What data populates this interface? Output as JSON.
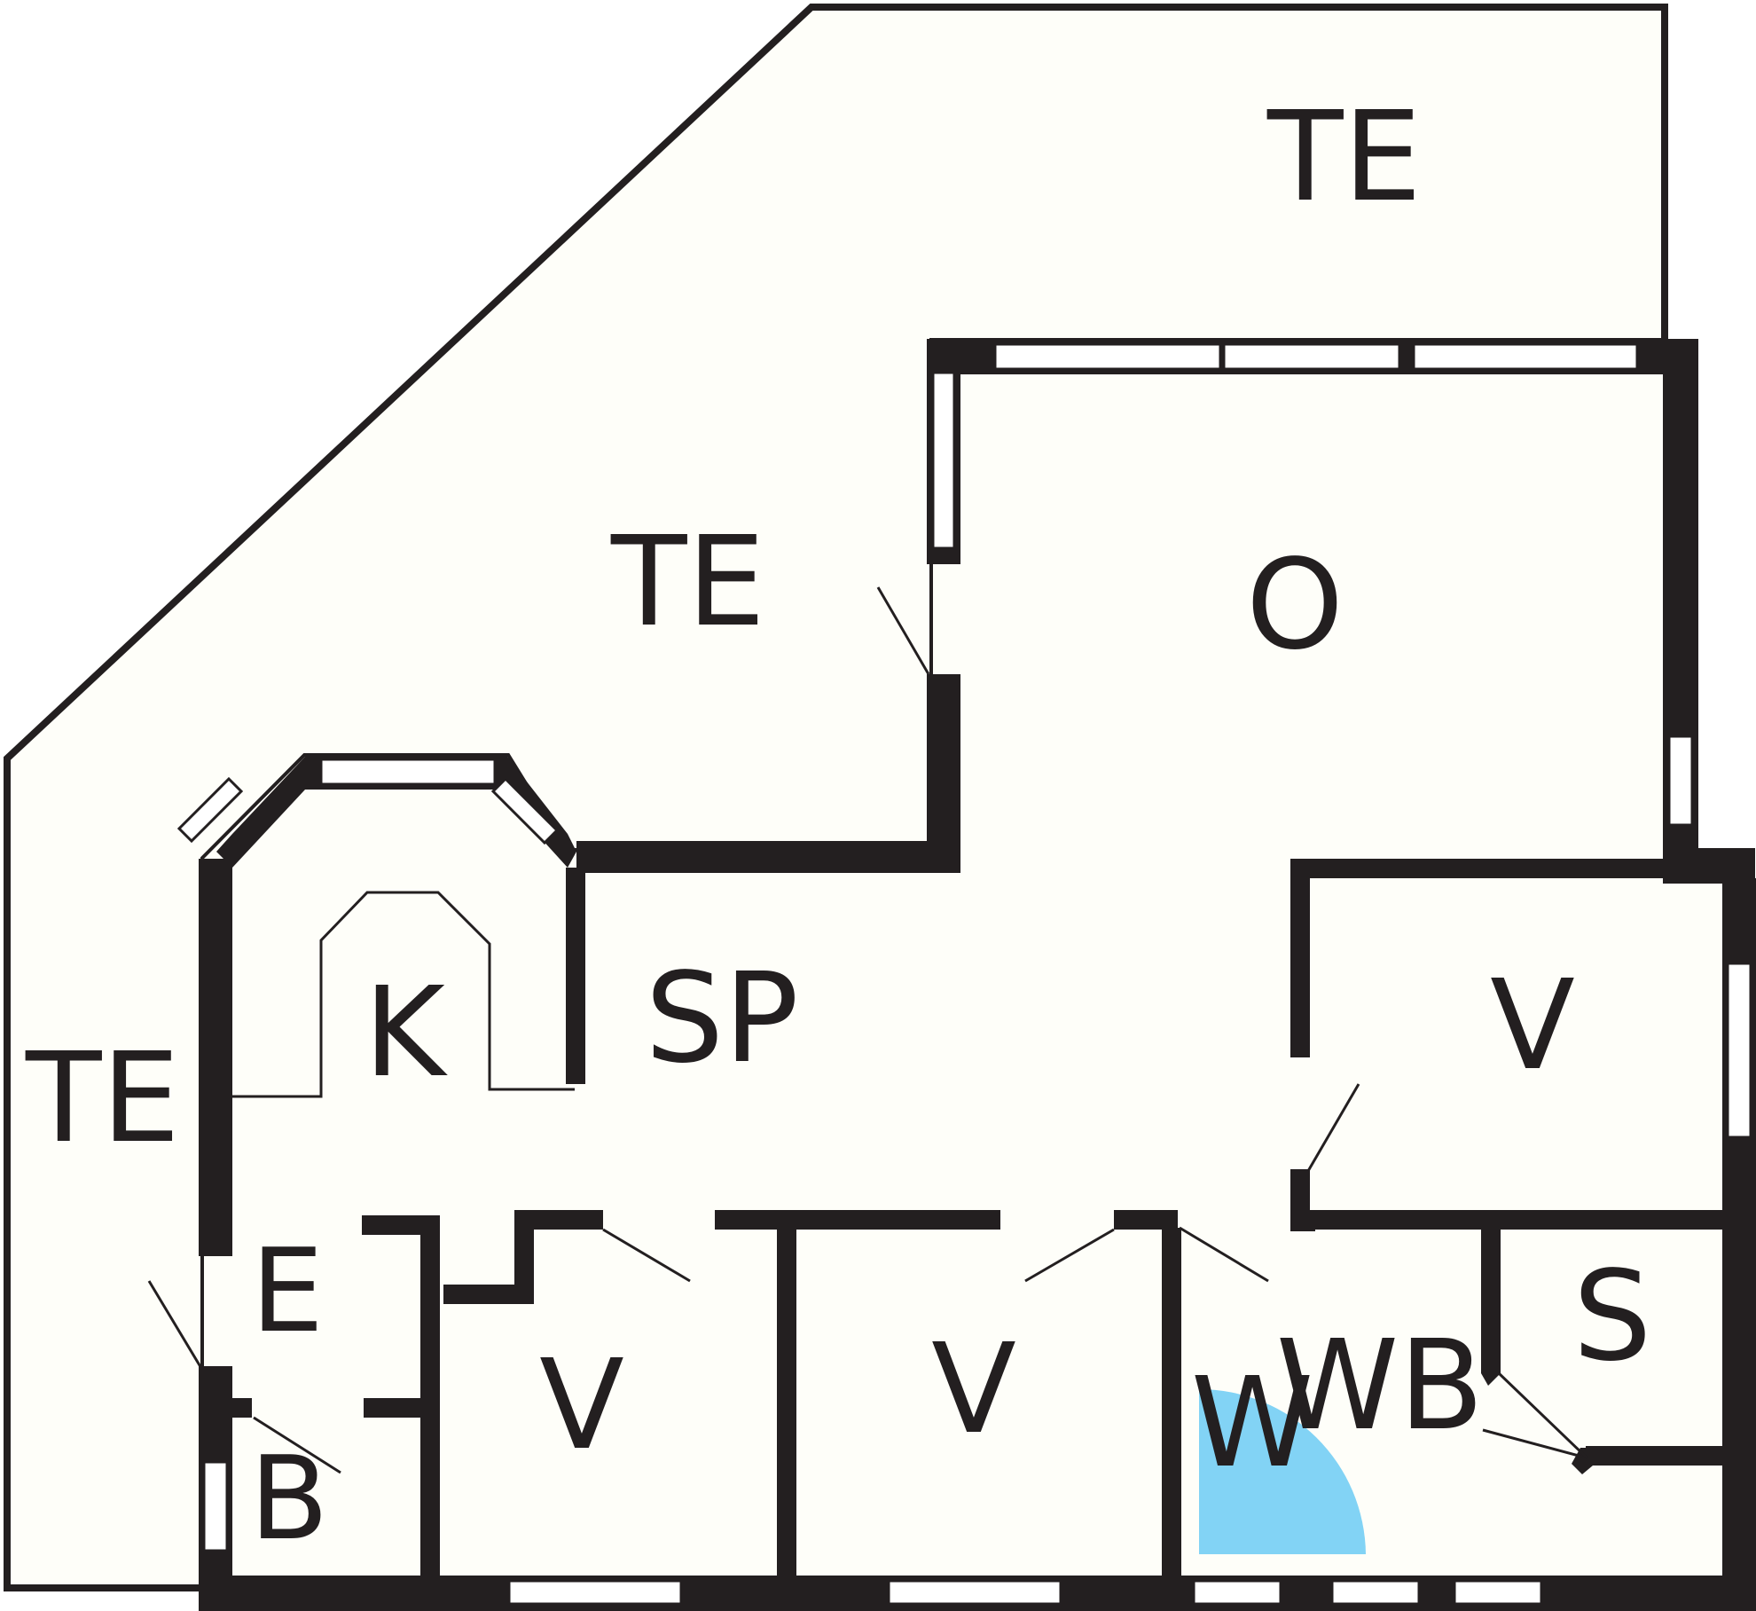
{
  "floor_plan": {
    "colors": {
      "floor": "#fefef9",
      "wall": "#231f20",
      "window_glass": "#ffffff",
      "shower": "#82d3f5"
    },
    "rooms": {
      "te_top": "TE",
      "te_middle": "TE",
      "te_left": "TE",
      "o": "O",
      "sp": "SP",
      "k": "K",
      "e": "E",
      "b_small": "B",
      "v_right": "V",
      "v_left": "V",
      "v_center": "V",
      "s": "S",
      "wb": "WB",
      "w": "W"
    }
  }
}
